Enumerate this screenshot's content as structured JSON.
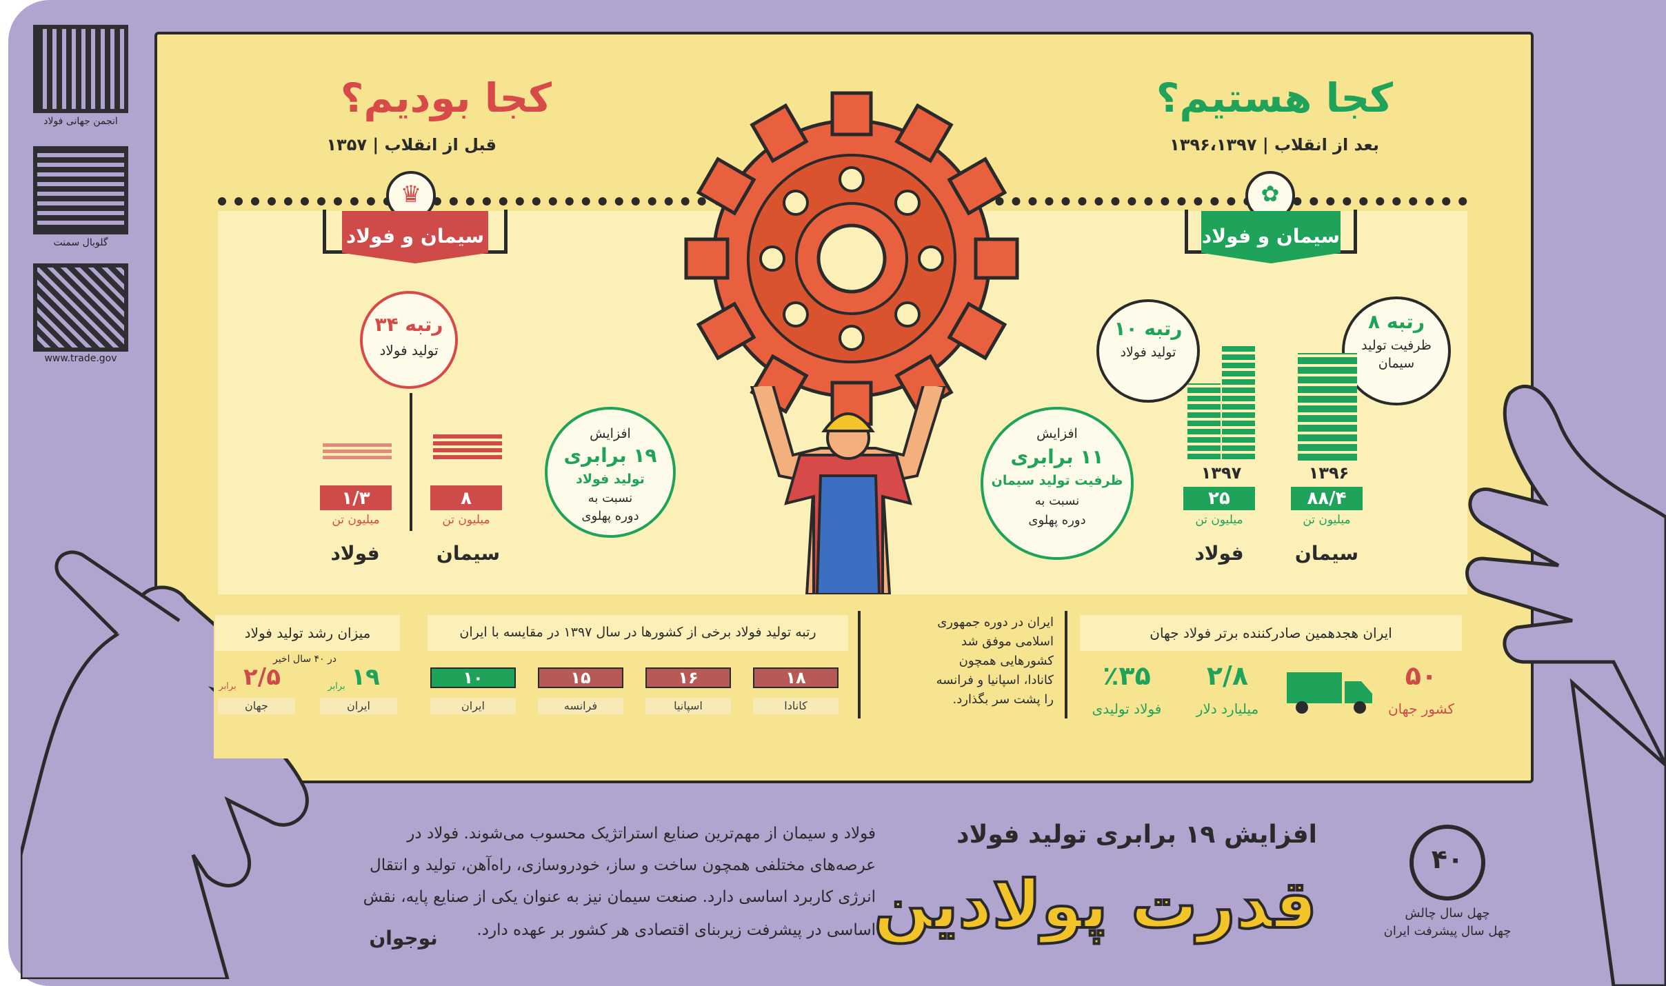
{
  "colors": {
    "lavender": "#b1a5cf",
    "paper": "#f9eaa3",
    "paper_inner": "#fbefb2",
    "green": "#1fa35a",
    "red": "#cf4b49",
    "gear": "#e9603f",
    "ink": "#2a2a2a",
    "brick": "#b55a57"
  },
  "sidebar": {
    "qr1_label": "انجمن جهانی فولاد",
    "qr2_label": "گلوبال سمنت",
    "qr3_label": "www.trade.gov"
  },
  "right_panel": {
    "title": "کجا هستیم؟",
    "subtitle": "بعد از انقلاب | ۱۳۹۶،۱۳۹۷",
    "ribbon": "سیمان و فولاد",
    "rank_cement_title": "رتبه ۸",
    "rank_cement_desc1": "ظرفیت تولید",
    "rank_cement_desc2": "سیمان",
    "rank_steel_title": "رتبه ۱۰",
    "rank_steel_desc": "تولید فولاد",
    "cement_year": "۱۳۹۶",
    "cement_value": "۸۸/۴",
    "cement_unit": "میلیون تن",
    "steel_year": "۱۳۹۷",
    "steel_value": "۲۵",
    "steel_unit": "میلیون تن",
    "label_cement": "سیمان",
    "label_steel": "فولاد"
  },
  "left_panel": {
    "title": "کجا بودیم؟",
    "subtitle": "قبل از انقلاب | ۱۳۵۷",
    "ribbon": "سیمان و فولاد",
    "rank_steel_title": "رتبه ۳۴",
    "rank_steel_desc": "تولید فولاد",
    "cement_value": "۸",
    "cement_unit": "میلیون تن",
    "steel_value": "۱/۳",
    "steel_unit": "میلیون تن",
    "label_cement": "سیمان",
    "label_steel": "فولاد"
  },
  "center": {
    "increase_cement_l1": "افزایش",
    "increase_cement_l2": "۱۱ برابری",
    "increase_cement_l3": "ظرفیت تولید سیمان",
    "increase_cement_l4": "نسبت به",
    "increase_cement_l5": "دوره پهلوی",
    "increase_steel_l1": "افزایش",
    "increase_steel_l2": "۱۹ برابری",
    "increase_steel_l3": "تولید فولاد",
    "increase_steel_l4": "نسبت به",
    "increase_steel_l5": "دوره پهلوی"
  },
  "bottom_strip": {
    "exporter_title": "ایران هجدهمین صادرکننده برتر فولاد جهان",
    "countries_value": "۵۰",
    "countries_label": "کشور جهان",
    "dollars_value": "۲/۸",
    "dollars_label": "میلیارد دلار",
    "percent_value": "٪۳۵",
    "percent_label": "فولاد تولیدی",
    "note_lines": [
      "ایران در دوره جمهوری",
      "اسلامی موفق شد",
      "کشورهایی همچون",
      "کانادا، اسپانیا و فرانسه",
      "را پشت سر بگذارد."
    ],
    "ranking_title": "رتبه تولید فولاد برخی از کشورها در سال ۱۳۹۷ در مقایسه با ایران",
    "ranking": [
      {
        "country": "کانادا",
        "rank": "۱۸"
      },
      {
        "country": "اسپانیا",
        "rank": "۱۶"
      },
      {
        "country": "فرانسه",
        "rank": "۱۵"
      },
      {
        "country": "ایران",
        "rank": "۱۰"
      }
    ],
    "growth_title": "میزان رشد تولید فولاد",
    "growth_sub": "در ۴۰ سال اخیر",
    "growth_iran_value": "۱۹",
    "growth_iran_unit": "برابر",
    "growth_iran_label": "ایران",
    "growth_world_value": "۲/۵",
    "growth_world_unit": "برابر",
    "growth_world_label": "جهان"
  },
  "footer": {
    "headline": "افزایش ۱۹ برابری تولید فولاد",
    "big_title": "قدرت پولادین",
    "paragraph_lines": [
      "فولاد و سیمان از مهم‌ترین صنایع استراتژیک محسوب می‌شوند. فولاد در",
      "عرصه‌های مختلفی همچون ساخت و ساز، خودروسازی، راه‌آهن، تولید و انتقال",
      "انرژی کاربرد اساسی دارد. صنعت سیمان نیز به عنوان یکی از صنایع پایه، نقش",
      "اساسی در پیشرفت زیربنای اقتصادی هر کشور بر عهده دارد."
    ],
    "logo_text": "نوجوان",
    "emblem_number": "۴۰",
    "emblem_caption1": "چهل سال چالش",
    "emblem_caption2": "چهل سال پیشرفت ایران"
  }
}
